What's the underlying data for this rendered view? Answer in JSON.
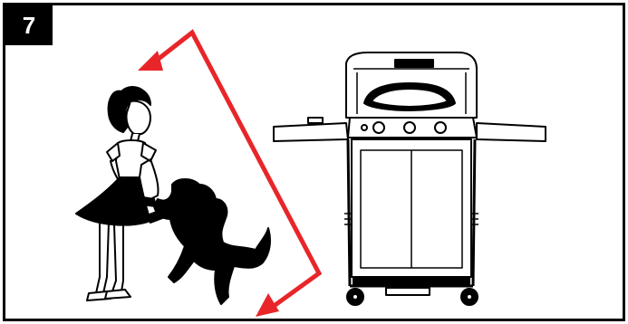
{
  "step": {
    "number": "7"
  },
  "colors": {
    "arrow": "#e8262a",
    "ink": "#000000",
    "paper": "#ffffff"
  },
  "figures": [
    "girl",
    "dog",
    "gas-grill",
    "motion-arrow"
  ]
}
